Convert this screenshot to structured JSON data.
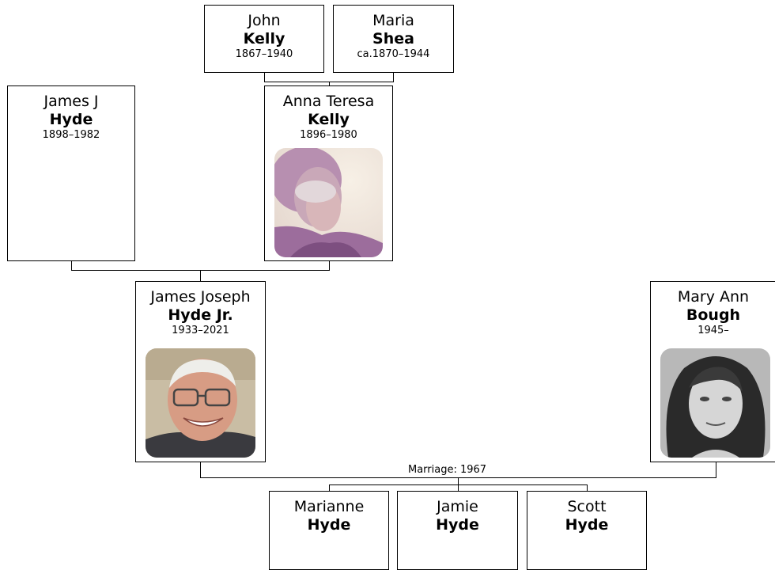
{
  "people": {
    "john": {
      "given": "John",
      "surname": "Kelly",
      "dates": "1867–1940"
    },
    "maria": {
      "given": "Maria",
      "surname": "Shea",
      "dates": "ca.1870–1944"
    },
    "james_j": {
      "given": "James J",
      "surname": "Hyde",
      "dates": "1898–1982"
    },
    "anna": {
      "given": "Anna Teresa",
      "surname": "Kelly",
      "dates": "1896–1980",
      "photo_icon": "portrait-elderly-woman"
    },
    "james_jr": {
      "given": "James Joseph",
      "surname": "Hyde Jr.",
      "dates": "1933–2021",
      "photo_icon": "portrait-elderly-man"
    },
    "mary_ann": {
      "given": "Mary Ann",
      "surname": "Bough",
      "dates": "1945–",
      "photo_icon": "portrait-young-woman-bw"
    },
    "marianne": {
      "given": "Marianne",
      "surname": "Hyde"
    },
    "jamie": {
      "given": "Jamie",
      "surname": "Hyde"
    },
    "scott": {
      "given": "Scott",
      "surname": "Hyde"
    }
  },
  "marriage_label": "Marriage: 1967",
  "colors": {
    "line": "#000000",
    "box_border": "#000000",
    "background": "#ffffff"
  }
}
